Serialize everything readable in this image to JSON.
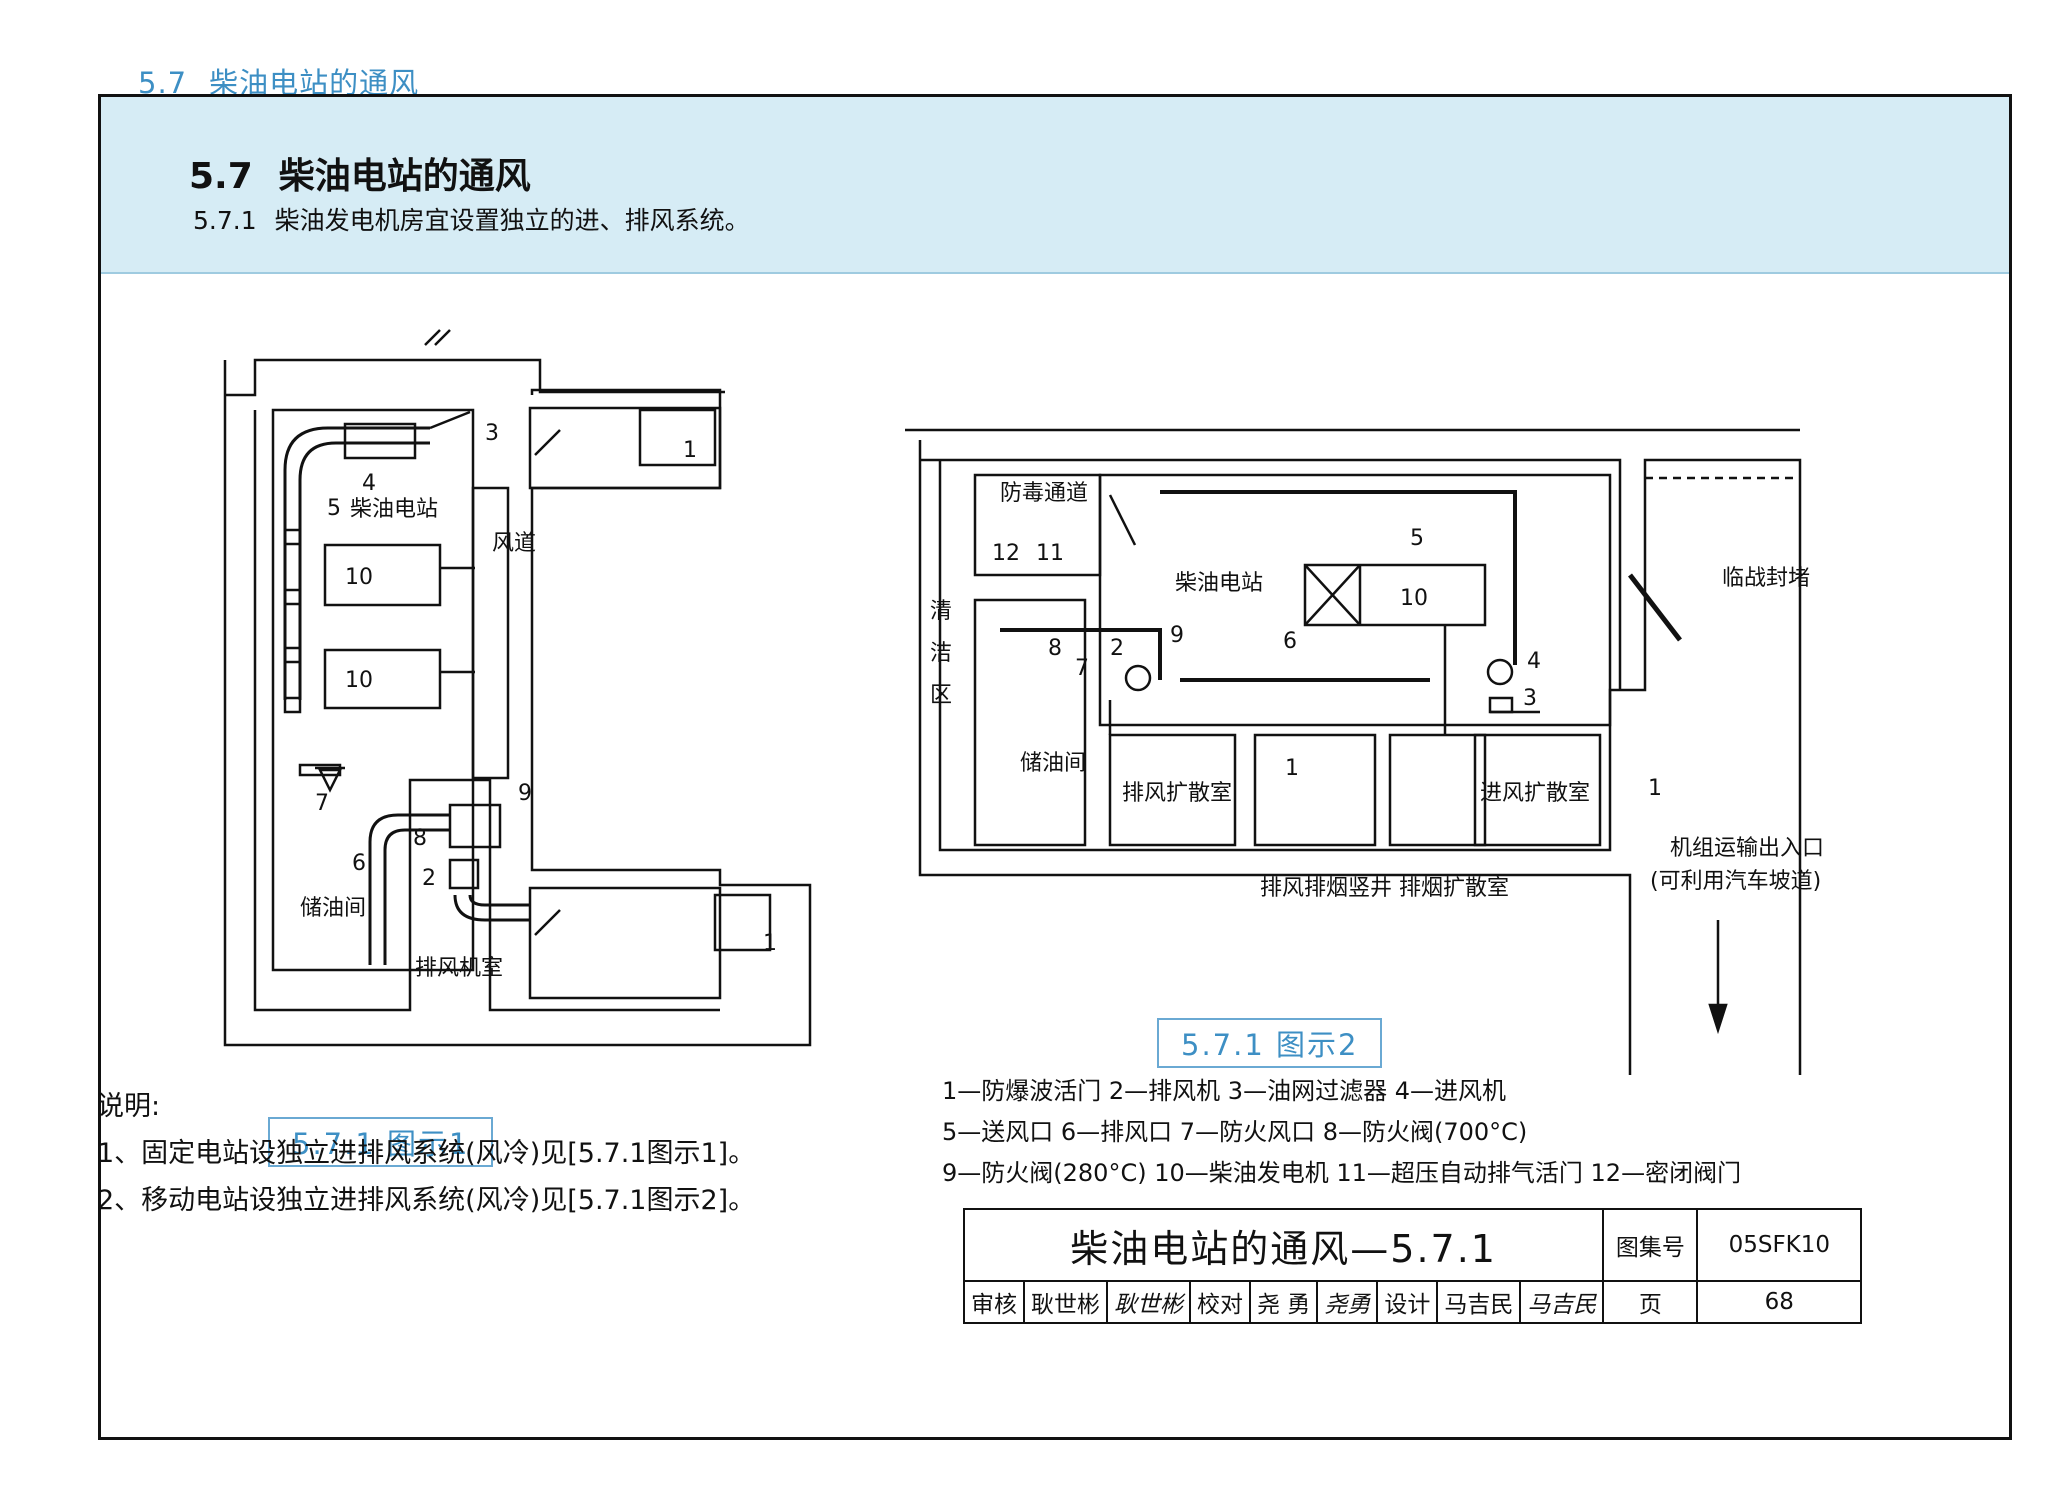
{
  "running_header": {
    "number": "5.7",
    "title": "柴油电站的通风"
  },
  "section": {
    "number": "5.7",
    "title": "柴油电站的通风"
  },
  "clause": {
    "number": "5.7.1",
    "text": "柴油发电机房宜设置独立的进、排风系统。"
  },
  "figure1": {
    "caption": "5.7.1 图示1",
    "labels": {
      "station": "柴油电站",
      "air_duct": "风道",
      "oil_store": "储油间",
      "exhaust_room": "排风机室",
      "n1a": "1",
      "n1b": "1",
      "n2": "2",
      "n3": "3",
      "n4": "4",
      "n5": "5",
      "n6": "6",
      "n7": "7",
      "n8": "8",
      "n9": "9",
      "gen_a": "10",
      "gen_b": "10"
    }
  },
  "figure2": {
    "caption": "5.7.1 图示2",
    "labels": {
      "antigas": "防毒通道",
      "clean": [
        "清",
        "洁",
        "区"
      ],
      "station": "柴油电站",
      "oil_store": "储油间",
      "exhaust_diffuser": "排风扩散室",
      "intake_diffuser": "进风扩散室",
      "shaft": "排风排烟竖井 排烟扩散室",
      "temp_block": "临战封堵",
      "entrance": "机组运输出入口",
      "ramp": "(可利用汽车坡道)",
      "n1a": "1",
      "n1b": "1",
      "n2": "2",
      "n3": "3",
      "n4": "4",
      "n5": "5",
      "n6": "6",
      "n7": "7",
      "n8": "8",
      "n9": "9",
      "gen": "10",
      "n11": "11",
      "n12": "12"
    }
  },
  "notes": {
    "heading": "说明:",
    "items": [
      "1、固定电站设独立进排风系统(风冷)见[5.7.1图示1]。",
      "2、移动电站设独立进排风系统(风冷)见[5.7.1图示2]。"
    ]
  },
  "legend": [
    "1—防爆波活门 2—排风机 3—油网过滤器 4—进风机",
    "5—送风口 6—排风口 7—防火风口 8—防火阀(700°C)",
    "9—防火阀(280°C) 10—柴油发电机 11—超压自动排气活门 12—密闭阀门"
  ],
  "title_block": {
    "title": "柴油电站的通风—5.7.1",
    "atlas_label": "图集号",
    "atlas_no": "05SFK10",
    "review_label": "审核",
    "reviewer": "耿世彬",
    "reviewer_sig": "耿世彬",
    "check_label": "校对",
    "checker": "尧 勇",
    "checker_sig": "尧勇",
    "design_label": "设计",
    "designer": "马吉民",
    "designer_sig": "马吉民",
    "page_label": "页",
    "page_no": "68"
  },
  "colors": {
    "accent": "#3d8fc4",
    "banner": "#d6ecf5",
    "line": "#111111"
  }
}
